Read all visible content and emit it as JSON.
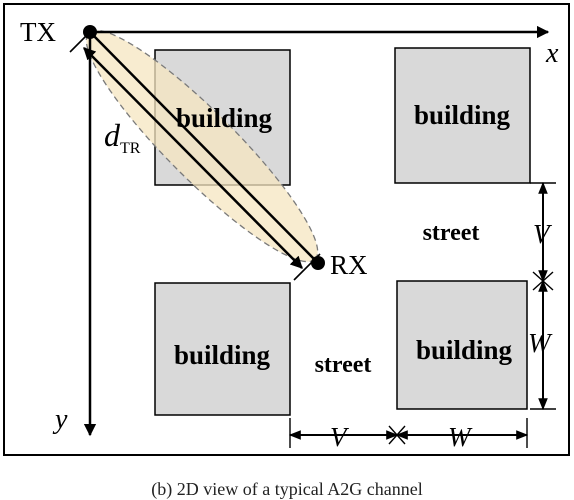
{
  "labels": {
    "tx": "TX",
    "rx": "RX",
    "axis_x": "x",
    "axis_y": "y",
    "distance_main": "d",
    "distance_sub": "TR",
    "dim_v": "V",
    "dim_w": "W"
  },
  "buildings": [
    {
      "label": "building"
    },
    {
      "label": "building"
    },
    {
      "label": "building"
    },
    {
      "label": "building"
    }
  ],
  "streets": [
    {
      "label": "street"
    },
    {
      "label": "street"
    }
  ],
  "caption": "(b) 2D view of a typical A2G channel",
  "colors": {
    "building_fill": "#d9d9d9",
    "ellipse_fill": "#f5e6c0",
    "stroke": "#000000"
  }
}
